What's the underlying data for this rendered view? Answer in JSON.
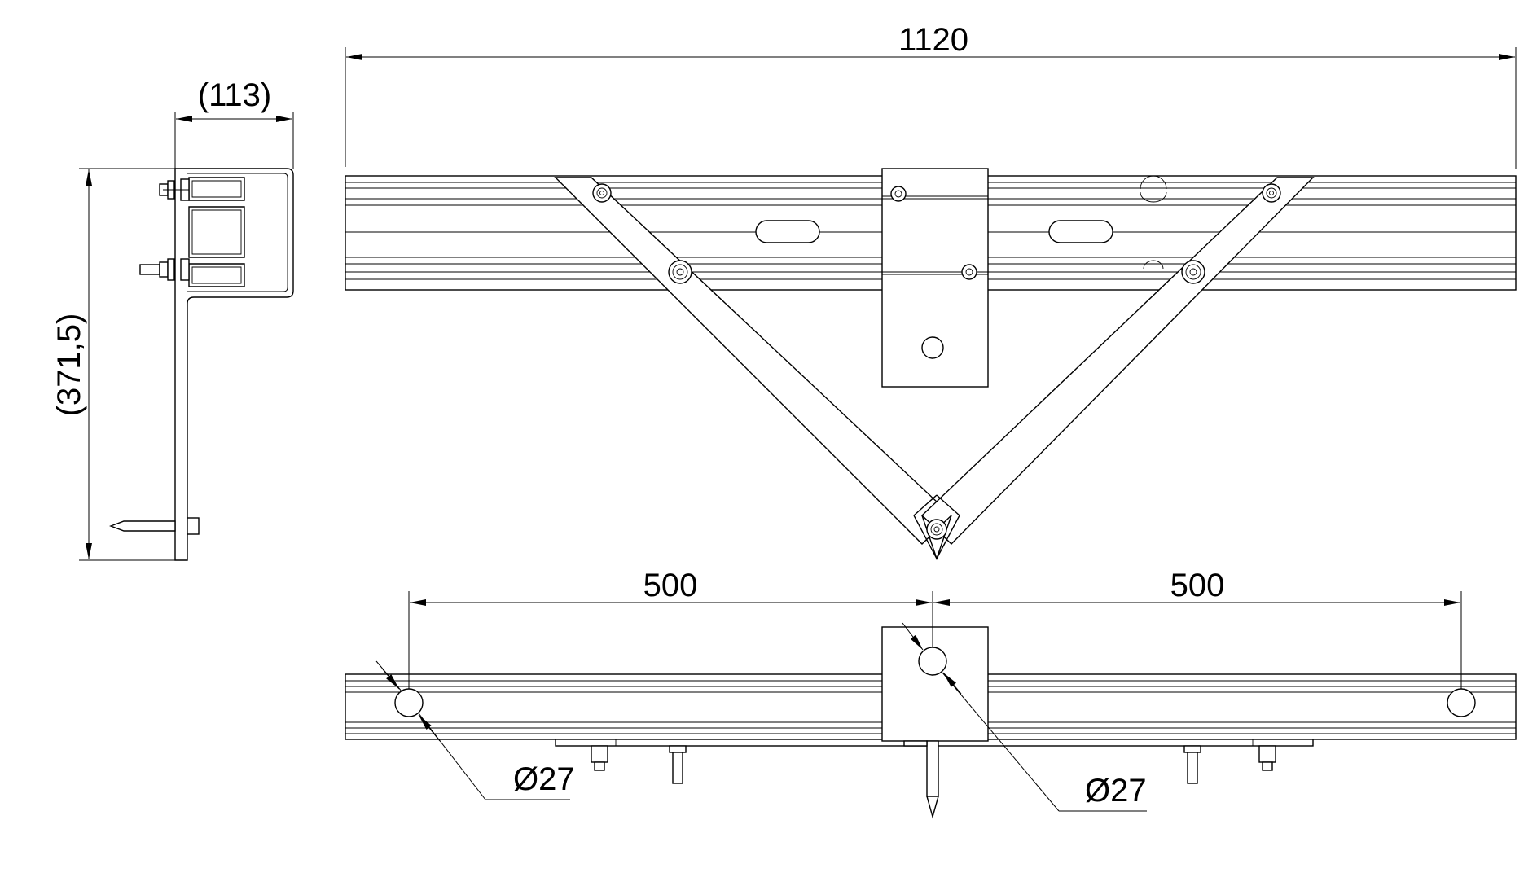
{
  "dimensions": {
    "overall_length": "1120",
    "side_depth": "(113)",
    "side_height": "(371,5)",
    "left_spacing": "500",
    "right_spacing": "500",
    "hole_left": "Ø27",
    "hole_center": "Ø27"
  }
}
